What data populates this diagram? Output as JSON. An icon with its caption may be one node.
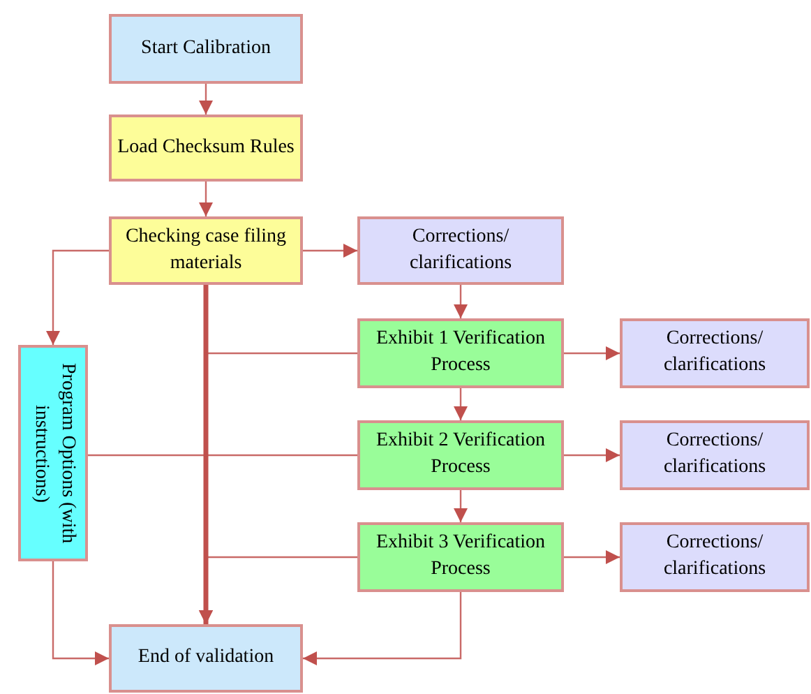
{
  "diagram": {
    "nodes": [
      {
        "text": [
          "Start Calibration"
        ]
      },
      {
        "text": [
          "Load Checksum Rules"
        ]
      },
      {
        "text": [
          "Checking case filing materials"
        ]
      },
      {
        "text": [
          "Corrections/ clarifications"
        ]
      },
      {
        "text": [
          "Exhibit 1 Verification Process"
        ]
      },
      {
        "text": [
          "Corrections/ clarifications"
        ]
      },
      {
        "text": [
          "Exhibit 2 Verification Process"
        ]
      },
      {
        "text": [
          "Corrections/ clarifications"
        ]
      },
      {
        "text": [
          "Exhibit 3 Verification Process"
        ]
      },
      {
        "text": [
          "Corrections/ clarifications"
        ]
      },
      {
        "text": [
          "Program Options (with instructions)"
        ]
      },
      {
        "text": [
          "End of validation"
        ]
      }
    ],
    "edges": [
      {
        "from": 0,
        "to": 1,
        "arrow": "to"
      },
      {
        "from": 1,
        "to": 2,
        "arrow": "to"
      },
      {
        "from": 2,
        "to": 3,
        "arrow": "to"
      },
      {
        "from": 3,
        "to": 4,
        "arrow": "to"
      },
      {
        "from": 4,
        "to": 5,
        "arrow": "to"
      },
      {
        "from": 4,
        "to": 6,
        "arrow": "to"
      },
      {
        "from": 6,
        "to": 7,
        "arrow": "to"
      },
      {
        "from": 6,
        "to": 8,
        "arrow": "to"
      },
      {
        "from": 8,
        "to": 9,
        "arrow": "to"
      },
      {
        "from": 2,
        "to": 10,
        "arrow": "to"
      },
      {
        "from": 2,
        "to": 11,
        "arrow": "to",
        "style": "thick"
      },
      {
        "from": 4,
        "to": 11,
        "arrow": "to"
      },
      {
        "from": 10,
        "to": 6,
        "arrow": "none"
      },
      {
        "from": 8,
        "to": 11,
        "arrow": "to"
      },
      {
        "from": 10,
        "to": 11,
        "arrow": "to"
      },
      {
        "from": 8,
        "to": 11,
        "arrow": "to"
      }
    ]
  }
}
